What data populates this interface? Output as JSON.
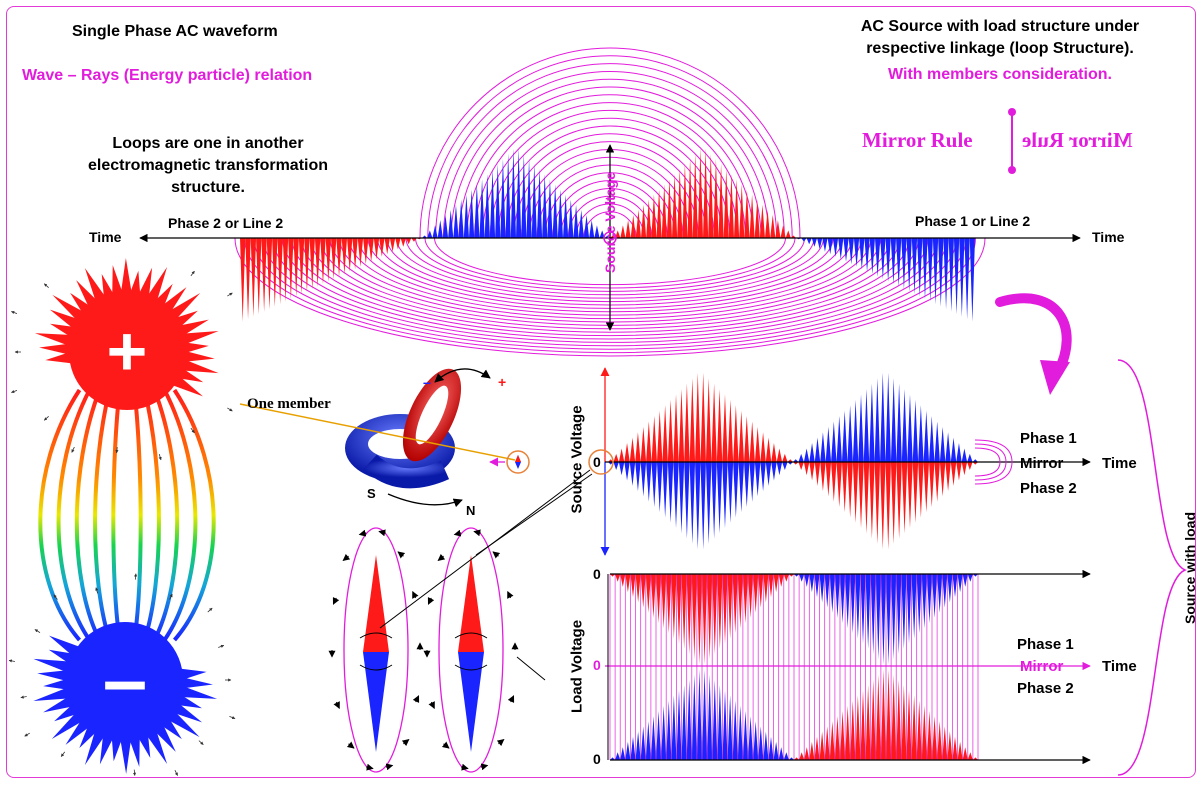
{
  "top_left": {
    "title": "Single Phase AC waveform",
    "subtitle": "Wave – Rays (Energy particle) relation",
    "loops_line1": "Loops are one in another",
    "loops_line2": "electromagnetic transformation",
    "loops_line3": "structure."
  },
  "top_right": {
    "line1": "AC Source with load structure under",
    "line2": "respective linkage (loop Structure).",
    "line3": "With members consideration.",
    "mirror_left": "Mirror Rule",
    "mirror_right": "Mirror Rule"
  },
  "top_wave": {
    "left_time": "Time",
    "right_time": "Time",
    "phase_left": "Phase 2 or Line 2",
    "phase_right": "Phase 1 or Line 2",
    "center_label": "Source Voltage"
  },
  "charge_poles": {
    "positive": "+",
    "negative": "–"
  },
  "torus": {
    "member_label": "One member",
    "pole_s": "S",
    "pole_n": "N",
    "minus": "–",
    "plus": "+"
  },
  "source_panel": {
    "ylabel": "Source Voltage",
    "zero": "0",
    "phase1": "Phase 1",
    "mirror": "Mirror",
    "phase2": "Phase 2",
    "time": "Time"
  },
  "load_panel": {
    "ylabel": "Load Voltage",
    "zero_top": "0",
    "zero_mid": "0",
    "zero_bottom": "0",
    "phase1": "Phase 1",
    "mirror": "Mirror",
    "phase2": "Phase 2",
    "time": "Time"
  },
  "brace_label": "Source with load",
  "colors": {
    "red": "#ff1a1a",
    "blue": "#1a24ff",
    "magenta": "#e21cdc",
    "black": "#000000"
  }
}
